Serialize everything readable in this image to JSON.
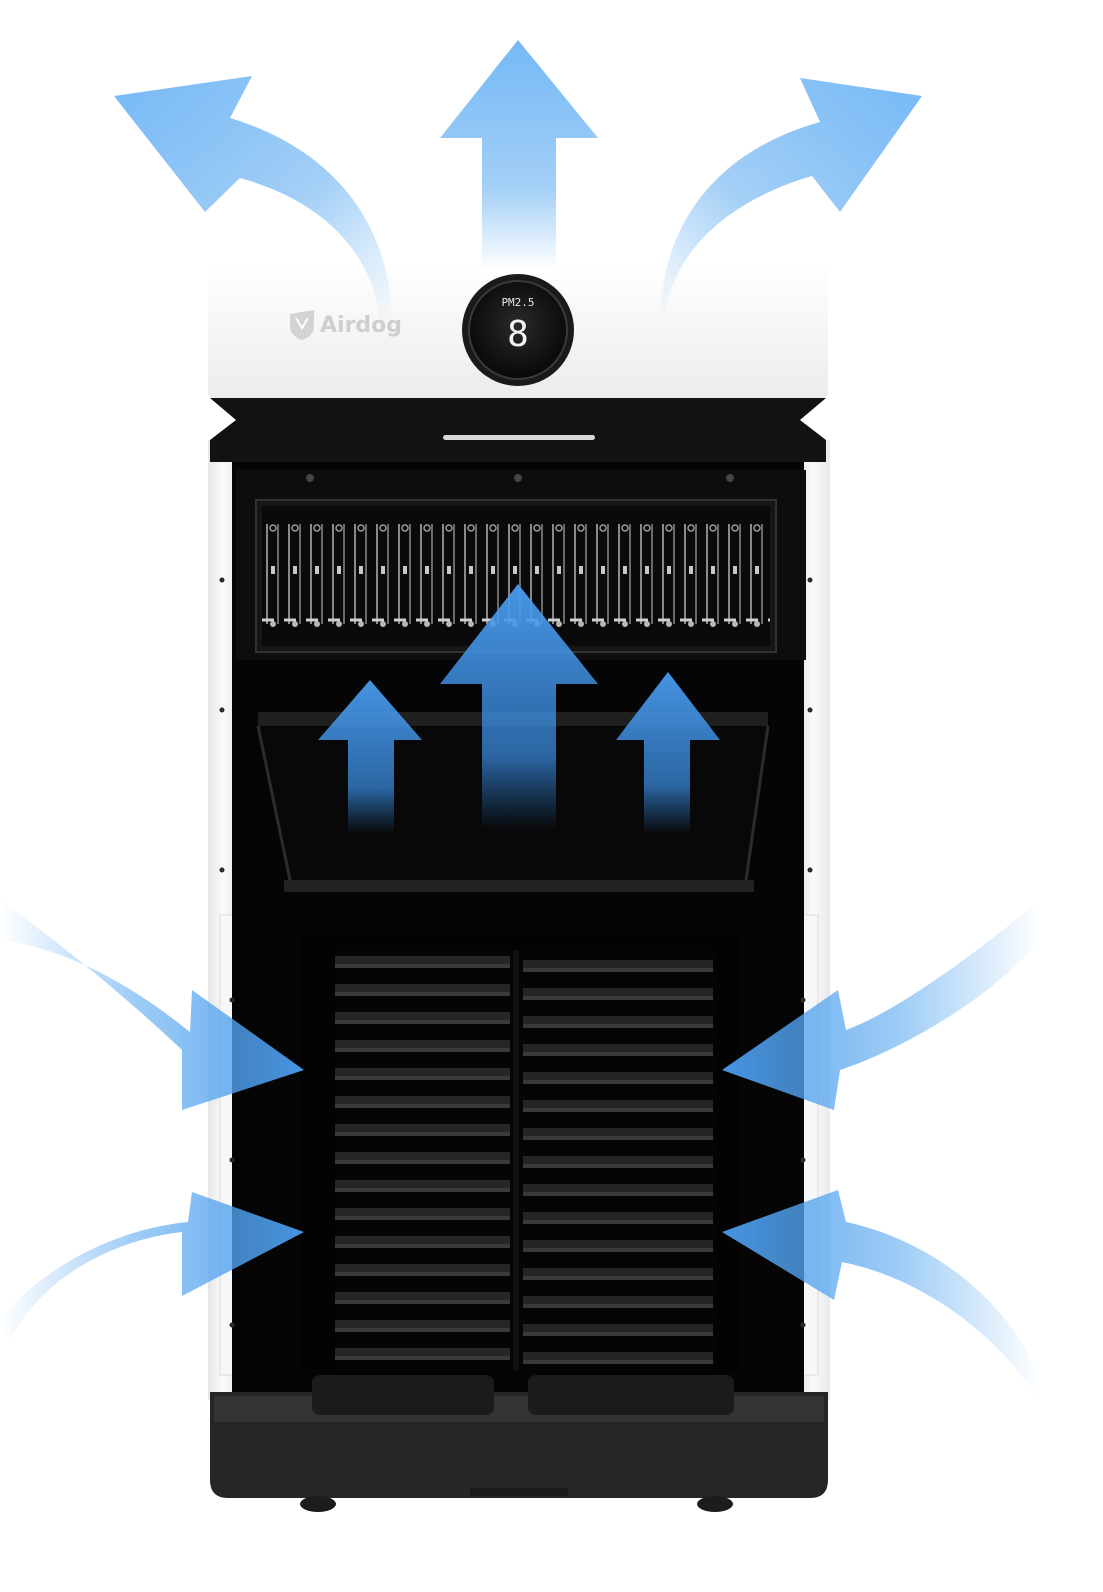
{
  "brand": {
    "name": "Airdog"
  },
  "display": {
    "label": "PM2.5",
    "value": "8"
  },
  "colors": {
    "arrow": "#5aa9f0",
    "body_white": "#f4f4f4",
    "body_dark": "#0b0b0b",
    "base": "#2a2a2a"
  },
  "icons": {
    "logo": "shield-icon",
    "arrows": "airflow-arrow-icon"
  }
}
